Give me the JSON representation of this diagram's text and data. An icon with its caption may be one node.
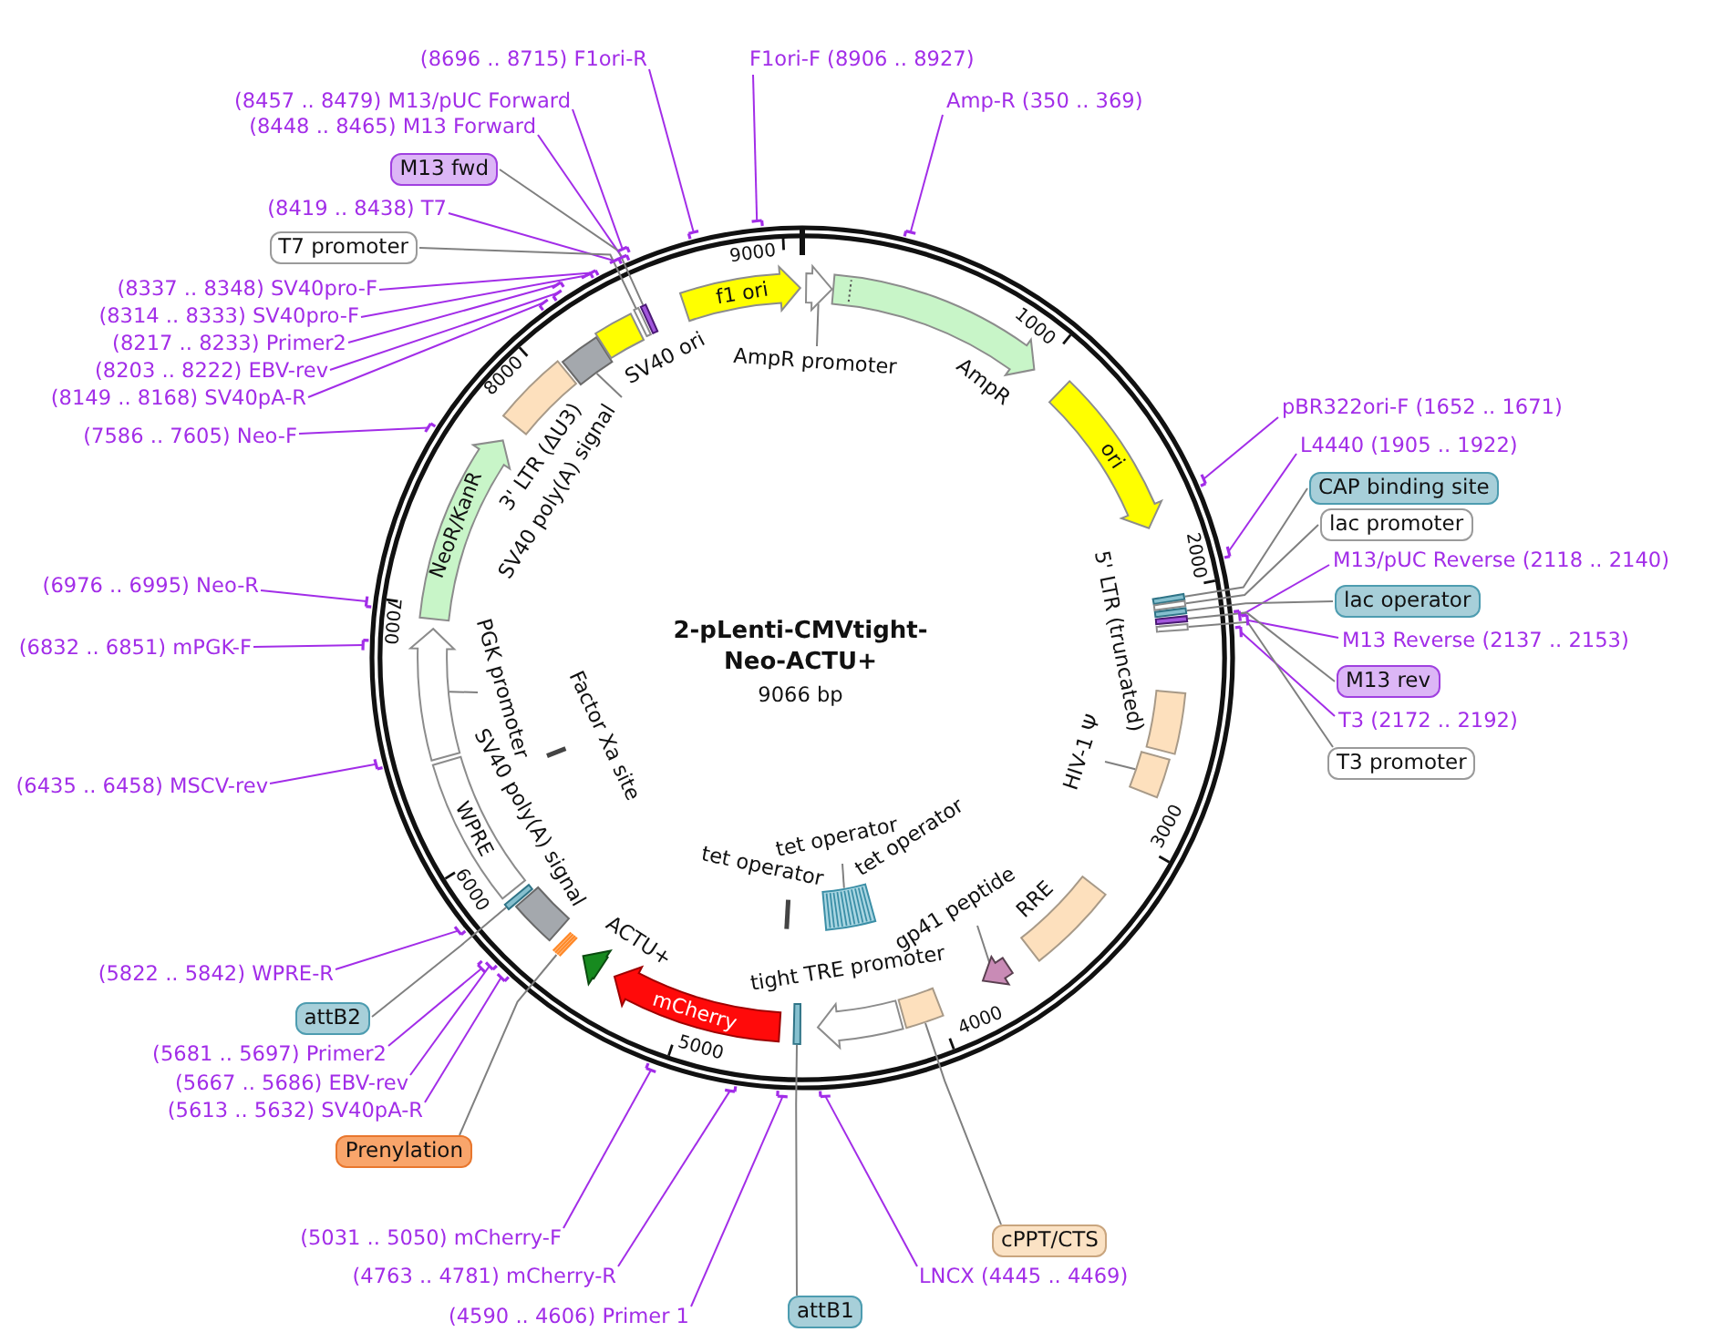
{
  "diagram": {
    "title": "2-pLenti-CMVtight-Neo-ACTU+",
    "nodes": [
      {
        "text": [
          "(8696 .. 8715) F1ori-R"
        ]
      },
      {
        "text": [
          "F1ori-F (8906 .. 8927)"
        ]
      },
      {
        "text": [
          "(8457 .. 8479) M13/pUC Forward"
        ]
      },
      {
        "text": [
          "Amp-R (350 .. 369)"
        ]
      },
      {
        "text": [
          "(8448 .. 8465) M13 Forward"
        ]
      },
      {
        "text": [
          "M13 fwd"
        ]
      },
      {
        "text": [
          "(8419 .. 8438) T7"
        ]
      },
      {
        "text": [
          "T7 promoter"
        ]
      },
      {
        "text": [
          "(8337 .. 8348) SV40pro-F"
        ]
      },
      {
        "text": [
          "(8314 .. 8333) SV40pro-F"
        ]
      },
      {
        "text": [
          "(8217 .. 8233) Primer2"
        ]
      },
      {
        "text": [
          "(8203 .. 8222) EBV-rev"
        ]
      },
      {
        "text": [
          "(8149 .. 8168) SV40pA-R"
        ]
      },
      {
        "text": [
          "pBR322ori-F (1652 .. 1671)"
        ]
      },
      {
        "text": [
          "(7586 .. 7605) Neo-F"
        ]
      },
      {
        "text": [
          "L4440 (1905 .. 1922)"
        ]
      },
      {
        "text": [
          "CAP binding site"
        ]
      },
      {
        "text": [
          "lac promoter"
        ]
      },
      {
        "text": [
          "M13/pUC Reverse (2118 .. 2140)"
        ]
      },
      {
        "text": [
          "(6976 .. 6995) Neo-R"
        ]
      },
      {
        "text": [
          "lac operator"
        ]
      },
      {
        "text": [
          "M13 Reverse (2137 .. 2153)"
        ]
      },
      {
        "text": [
          "(6832 .. 6851) mPGK-F"
        ]
      },
      {
        "text": [
          "M13 rev"
        ]
      },
      {
        "text": [
          "T3 (2172 .. 2192)"
        ]
      },
      {
        "text": [
          "T3 promoter"
        ]
      },
      {
        "text": [
          "(6435 .. 6458) MSCV-rev"
        ]
      },
      {
        "text": [
          "(5822 .. 5842) WPRE-R"
        ]
      },
      {
        "text": [
          "attB2"
        ]
      },
      {
        "text": [
          "(5681 .. 5697) Primer2"
        ]
      },
      {
        "text": [
          "(5667 .. 5686) EBV-rev"
        ]
      },
      {
        "text": [
          "(5613 .. 5632) SV40pA-R"
        ]
      },
      {
        "text": [
          "Prenylation"
        ]
      },
      {
        "text": [
          "cPPT/CTS"
        ]
      },
      {
        "text": [
          "(5031 .. 5050) mCherry-F"
        ]
      },
      {
        "text": [
          "(4763 .. 4781) mCherry-R"
        ]
      },
      {
        "text": [
          "LNCX (4445 .. 4469)"
        ]
      },
      {
        "text": [
          "(4590 .. 4606) Primer 1"
        ]
      },
      {
        "text": [
          "attB1"
        ]
      },
      {
        "text": [
          "AmpR promoter"
        ]
      },
      {
        "text": [
          "SV40 poly(A) signal"
        ]
      },
      {
        "text": [
          "PGK promoter"
        ]
      },
      {
        "text": [
          "HIV-1 Ψ"
        ]
      },
      {
        "text": [
          "gp41 peptide"
        ]
      },
      {
        "text": [],
        "shape": "arrow"
      },
      {
        "text": [],
        "shape": "arrow"
      },
      {
        "text": [
          "ori"
        ]
      },
      {
        "text": [],
        "shape": "bar"
      },
      {
        "text": [],
        "shape": "bar"
      },
      {
        "text": [],
        "shape": "bar"
      },
      {
        "text": [],
        "shape": "bar"
      },
      {
        "text": [],
        "shape": "bar"
      },
      {
        "text": [],
        "shape": "box"
      },
      {
        "text": [],
        "shape": "box"
      },
      {
        "text": [],
        "shape": "box"
      },
      {
        "text": [],
        "shape": "arrow"
      },
      {
        "text": [],
        "shape": "box"
      },
      {
        "text": [],
        "shape": "arrow"
      },
      {
        "text": [],
        "shape": "box"
      },
      {
        "text": [],
        "shape": "bar"
      },
      {
        "text": [],
        "shape": "bar"
      },
      {
        "text": [
          "mCherry"
        ]
      },
      {
        "text": [],
        "shape": "arrow"
      },
      {
        "text": [],
        "shape": "bar"
      },
      {
        "text": [],
        "shape": "box"
      },
      {
        "text": [],
        "shape": "bar"
      },
      {
        "text": [
          "WPRE"
        ]
      },
      {
        "text": [],
        "shape": "bar"
      },
      {
        "text": [],
        "shape": "arrow"
      },
      {
        "text": [
          "NeoR/KanR"
        ]
      },
      {
        "text": [],
        "shape": "box"
      },
      {
        "text": [],
        "shape": "box"
      },
      {
        "text": [],
        "shape": "box"
      },
      {
        "text": [],
        "shape": "bar"
      },
      {
        "text": [],
        "shape": "bar"
      },
      {
        "text": [
          "f1 ori"
        ]
      },
      {
        "text": [],
        "shape": "bar"
      },
      {
        "text": [],
        "shape": "bar"
      },
      {
        "text": [],
        "shape": "bar"
      },
      {
        "text": [],
        "shape": "bar"
      },
      {
        "text": [],
        "shape": "bar"
      },
      {
        "text": [],
        "shape": "bar"
      },
      {
        "text": [],
        "shape": "bar"
      },
      {
        "text": [],
        "shape": "bar"
      },
      {
        "text": [],
        "shape": "bar"
      },
      {
        "text": [],
        "shape": "bar"
      },
      {
        "text": [],
        "shape": "bar"
      },
      {
        "text": [],
        "shape": "bar"
      },
      {
        "text": [],
        "shape": "bar"
      },
      {
        "text": [],
        "shape": "bar"
      },
      {
        "text": [],
        "shape": "bar"
      },
      {
        "text": [],
        "shape": "bar"
      },
      {
        "text": [],
        "shape": "bar"
      },
      {
        "text": [],
        "shape": "bar"
      },
      {
        "text": [],
        "shape": "bar"
      },
      {
        "text": [],
        "shape": "bar"
      },
      {
        "text": [],
        "shape": "bar"
      },
      {
        "text": [],
        "shape": "bar"
      },
      {
        "text": [],
        "shape": "bar"
      },
      {
        "text": [],
        "shape": "bar"
      },
      {
        "text": [],
        "shape": "bar"
      },
      {
        "text": [],
        "shape": "bar"
      },
      {
        "text": [],
        "shape": "bar"
      },
      {
        "text": [],
        "shape": "bar"
      },
      {
        "text": [
          "tet operator"
        ]
      }
    ],
    "edges": [
      {
        "from": 0,
        "to": 102,
        "arrow": "none"
      },
      {
        "from": 1,
        "to": 103,
        "arrow": "none"
      },
      {
        "from": 2,
        "to": 101,
        "arrow": "none"
      },
      {
        "from": 3,
        "to": 76,
        "arrow": "none"
      },
      {
        "from": 4,
        "to": 100,
        "arrow": "none"
      },
      {
        "from": 5,
        "to": 74,
        "arrow": "none",
        "color": "#808080"
      },
      {
        "from": 6,
        "to": 99,
        "arrow": "none"
      },
      {
        "from": 7,
        "to": 73,
        "arrow": "none",
        "color": "#808080"
      },
      {
        "from": 8,
        "to": 98,
        "arrow": "none"
      },
      {
        "from": 9,
        "to": 97,
        "arrow": "none"
      },
      {
        "from": 10,
        "to": 96,
        "arrow": "none"
      },
      {
        "from": 11,
        "to": 95,
        "arrow": "none"
      },
      {
        "from": 12,
        "to": 94,
        "arrow": "none"
      },
      {
        "from": 13,
        "to": 77,
        "arrow": "none"
      },
      {
        "from": 14,
        "to": 93,
        "arrow": "none"
      },
      {
        "from": 15,
        "to": 78,
        "arrow": "none"
      },
      {
        "from": 16,
        "to": 47,
        "arrow": "none",
        "color": "#808080"
      },
      {
        "from": 17,
        "to": 48,
        "arrow": "none",
        "color": "#808080"
      },
      {
        "from": 18,
        "to": 79,
        "arrow": "none"
      },
      {
        "from": 19,
        "to": 92,
        "arrow": "none"
      },
      {
        "from": 20,
        "to": 49,
        "arrow": "none",
        "color": "#808080"
      },
      {
        "from": 21,
        "to": 80,
        "arrow": "none"
      },
      {
        "from": 22,
        "to": 91,
        "arrow": "none"
      },
      {
        "from": 23,
        "to": 50,
        "arrow": "none",
        "color": "#808080"
      },
      {
        "from": 24,
        "to": 81,
        "arrow": "none"
      },
      {
        "from": 25,
        "to": 51,
        "arrow": "none",
        "color": "#808080"
      },
      {
        "from": 26,
        "to": 90,
        "arrow": "none"
      },
      {
        "from": 27,
        "to": 89,
        "arrow": "none"
      },
      {
        "from": 28,
        "to": 65,
        "arrow": "none",
        "color": "#808080"
      },
      {
        "from": 29,
        "to": 88,
        "arrow": "none"
      },
      {
        "from": 30,
        "to": 87,
        "arrow": "none"
      },
      {
        "from": 31,
        "to": 86,
        "arrow": "none"
      },
      {
        "from": 32,
        "to": 63,
        "arrow": "none",
        "color": "#808080"
      },
      {
        "from": 33,
        "to": 56,
        "arrow": "none",
        "color": "#808080"
      },
      {
        "from": 34,
        "to": 85,
        "arrow": "none"
      },
      {
        "from": 35,
        "to": 84,
        "arrow": "none"
      },
      {
        "from": 36,
        "to": 82,
        "arrow": "none"
      },
      {
        "from": 37,
        "to": 83,
        "arrow": "none"
      },
      {
        "from": 38,
        "to": 59,
        "arrow": "none",
        "color": "#808080"
      },
      {
        "from": 39,
        "to": 44,
        "arrow": "none",
        "color": "#808080"
      },
      {
        "from": 40,
        "to": 71,
        "arrow": "none",
        "color": "#808080"
      },
      {
        "from": 41,
        "to": 68,
        "arrow": "none",
        "color": "#808080"
      },
      {
        "from": 42,
        "to": 53,
        "arrow": "none",
        "color": "#808080"
      },
      {
        "from": 43,
        "to": 55,
        "arrow": "none",
        "color": "#808080"
      },
      {
        "from": 104,
        "to": 58,
        "arrow": "none",
        "color": "#808080"
      }
    ],
    "labels": [
      "9000",
      "1000",
      "SV40 ori",
      "8000",
      "AmpR",
      "3' LTR (ΔU3)",
      "2000",
      "7000",
      "5' LTR (truncated)",
      "9066 bp",
      "Factor Xa site",
      "SV40 poly(A) signal",
      "3000",
      "tet operator",
      "tet operator",
      "6000",
      "RRE",
      "ACTU+",
      "tight TRE promoter",
      "4000",
      "5000"
    ]
  }
}
